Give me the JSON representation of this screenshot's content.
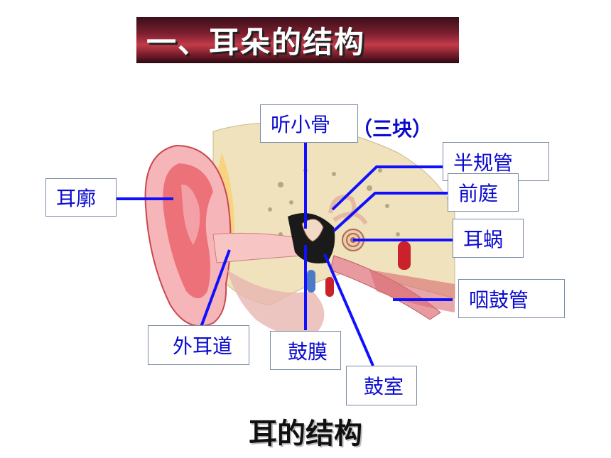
{
  "title": "一、耳朵的结构",
  "caption": "耳的结构",
  "labels": {
    "tingxiaogu": "听小骨",
    "sankuai": "（三块）",
    "banguiguan": "半规管",
    "erkuo": "耳廓",
    "qianting": "前庭",
    "erwo": "耳蜗",
    "yangu": "咽鼓管",
    "waierdao": "外耳道",
    "gumo": "鼓膜",
    "gushi": "鼓室"
  },
  "colors": {
    "leader_line": "#1010ff",
    "label_text": "#0b0bd0",
    "skin": "#f6b5b8",
    "skin_dark": "#d8464e",
    "bone": "#f2e6c2",
    "cartilage": "#f8d480"
  }
}
